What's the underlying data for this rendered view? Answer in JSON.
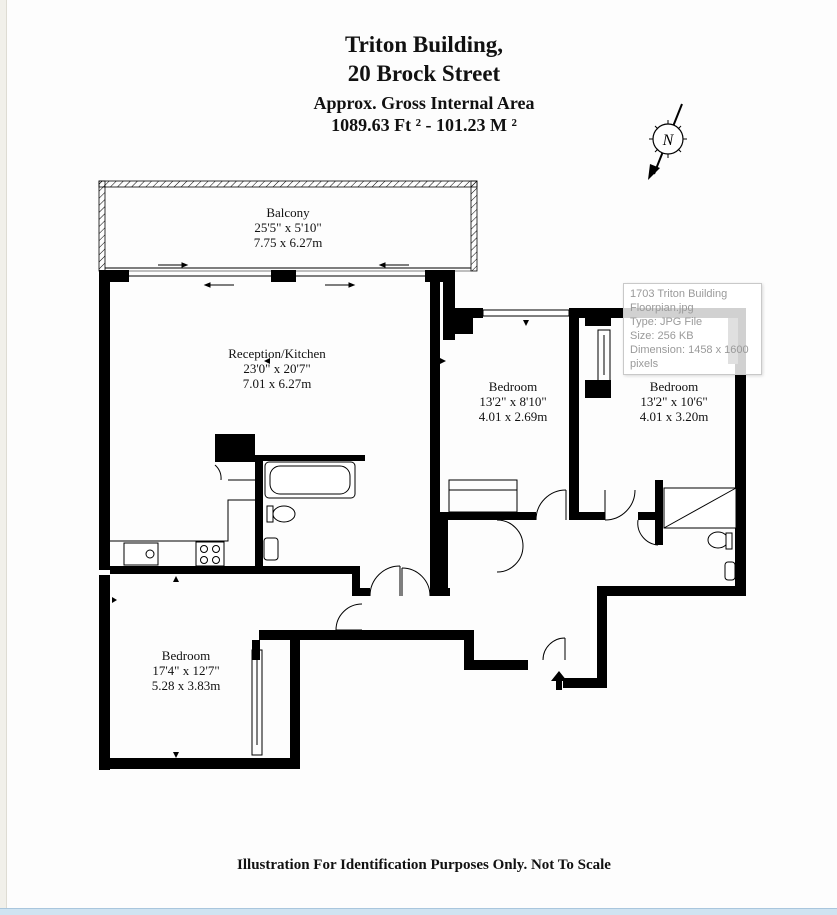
{
  "header": {
    "title_line1": "Triton Building,",
    "title_line2": "20 Brock Street",
    "area_label": "Approx. Gross Internal Area",
    "area_value": "1089.63 Ft ² - 101.23 M ²"
  },
  "compass": {
    "letter": "N"
  },
  "rooms": {
    "balcony": {
      "name": "Balcony",
      "imperial": "25'5\" x 5'10\"",
      "metric": "7.75 x 6.27m"
    },
    "reception": {
      "name": "Reception/Kitchen",
      "imperial": "23'0\" x 20'7\"",
      "metric": "7.01 x 6.27m"
    },
    "bedroom_mid": {
      "name": "Bedroom",
      "imperial": "13'2\" x 8'10\"",
      "metric": "4.01 x 2.69m"
    },
    "bedroom_right": {
      "name": "Bedroom",
      "imperial": "13'2\" x 10'6\"",
      "metric": "4.01 x 3.20m"
    },
    "bedroom_left": {
      "name": "Bedroom",
      "imperial": "17'4\" x 12'7\"",
      "metric": "5.28 x 3.83m"
    }
  },
  "footer": {
    "disclaimer": "Illustration For Identification Purposes Only. Not To Scale"
  },
  "tooltip": {
    "line1": "1703 Triton Building",
    "line2": "Floorpian.jpg",
    "line3": "Type: JPG File",
    "line4": "Size: 256 KB",
    "line5": "Dimension: 1458 x 1600",
    "line6": "pixels"
  },
  "colors": {
    "wall": "#000000",
    "paper": "#fdfdfd",
    "tooltip_text": "#9a9a9a"
  },
  "icons": [
    "compass-icon",
    "entrance-arrow-icon",
    "bath-icon",
    "toilet-icon",
    "sink-icon",
    "hob-icon",
    "shower-icon"
  ]
}
